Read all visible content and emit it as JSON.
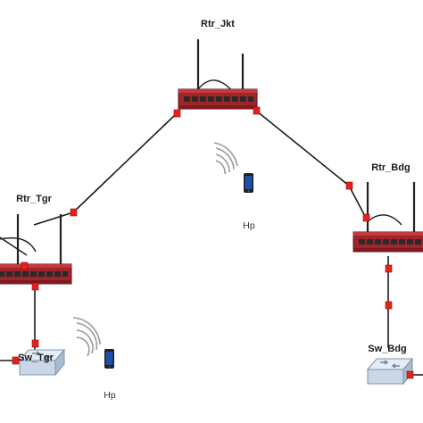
{
  "nodes": {
    "rtr_jkt": {
      "label": "Rtr_Jkt",
      "icon": "router-icon"
    },
    "rtr_tgr": {
      "label": "Rtr_Tgr",
      "icon": "router-icon"
    },
    "rtr_bdg": {
      "label": "Rtr_Bdg",
      "icon": "router-icon"
    },
    "sw_tgr": {
      "label": "Sw_Tgr",
      "icon": "switch-icon"
    },
    "sw_bdg": {
      "label": "Sw_Bdg",
      "icon": "switch-icon"
    },
    "hp_1": {
      "label": "Hp",
      "icon": "smartphone-icon"
    },
    "hp_2": {
      "label": "Hp",
      "icon": "smartphone-icon"
    }
  },
  "links": [
    {
      "from": "rtr_jkt",
      "to": "rtr_tgr"
    },
    {
      "from": "rtr_jkt",
      "to": "rtr_bdg"
    },
    {
      "from": "rtr_tgr",
      "to": "sw_tgr"
    },
    {
      "from": "rtr_bdg",
      "to": "sw_bdg"
    }
  ],
  "colors": {
    "link": "#1a1a1a",
    "port": "#e8201a",
    "router_body": "#a1242a",
    "switch_body": "#c9d7e6",
    "wifi": "#9a9a9a",
    "phone": "#1f4fa8"
  }
}
